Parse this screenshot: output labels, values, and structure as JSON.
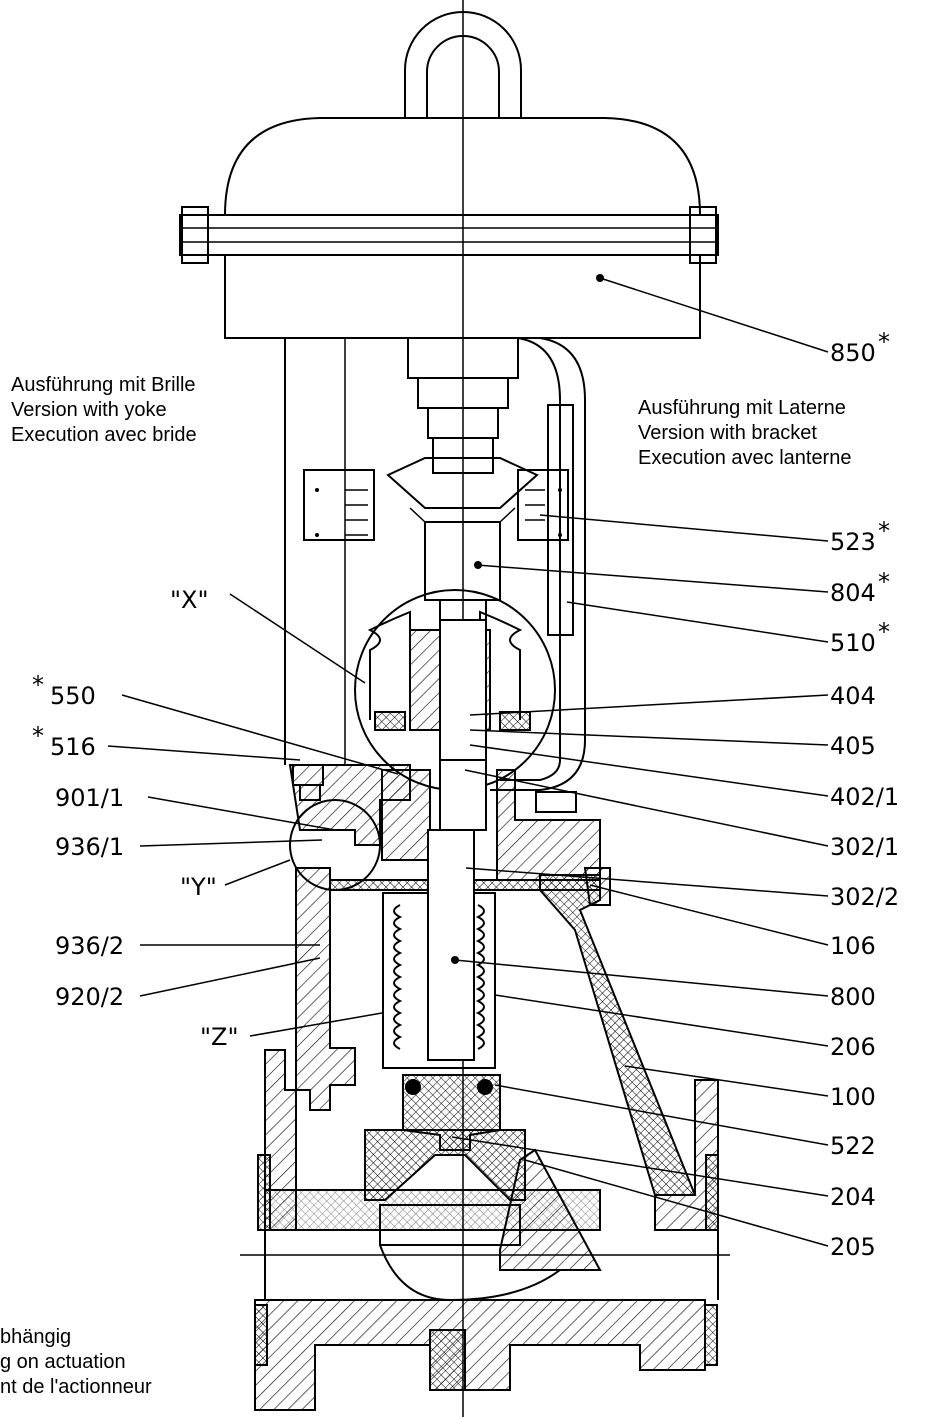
{
  "captions": {
    "left_version": [
      "Ausführung mit Brille",
      "Version with yoke",
      "Execution avec bride"
    ],
    "right_version": [
      "Ausführung mit Laterne",
      "Version with bracket",
      "Execution avec lanterne"
    ],
    "footnote": [
      "bhängig",
      "g on actuation",
      "nt de l'actionneur"
    ]
  },
  "detail_labels": [
    "\"X\"",
    "\"Y\"",
    "\"Z\""
  ],
  "part_labels_right": [
    {
      "id": "850",
      "text": "850",
      "star": true
    },
    {
      "id": "523",
      "text": "523",
      "star": true
    },
    {
      "id": "804",
      "text": "804",
      "star": true
    },
    {
      "id": "510",
      "text": "510",
      "star": true
    },
    {
      "id": "404",
      "text": "404",
      "star": false
    },
    {
      "id": "405",
      "text": "405",
      "star": false
    },
    {
      "id": "402-1",
      "text": "402/1",
      "star": false
    },
    {
      "id": "302-1",
      "text": "302/1",
      "star": false
    },
    {
      "id": "302-2",
      "text": "302/2",
      "star": false
    },
    {
      "id": "106",
      "text": "106",
      "star": false
    },
    {
      "id": "800",
      "text": "800",
      "star": false
    },
    {
      "id": "206",
      "text": "206",
      "star": false
    },
    {
      "id": "100",
      "text": "100",
      "star": false
    },
    {
      "id": "522",
      "text": "522",
      "star": false
    },
    {
      "id": "204",
      "text": "204",
      "star": false
    },
    {
      "id": "205",
      "text": "205",
      "star": false
    }
  ],
  "part_labels_left": [
    {
      "id": "550",
      "text": "550",
      "star": true
    },
    {
      "id": "516",
      "text": "516",
      "star": true
    },
    {
      "id": "901-1",
      "text": "901/1",
      "star": false
    },
    {
      "id": "936-1",
      "text": "936/1",
      "star": false
    },
    {
      "id": "936-2",
      "text": "936/2",
      "star": false
    },
    {
      "id": "920-2",
      "text": "920/2",
      "star": false
    }
  ],
  "star_symbol": "*"
}
